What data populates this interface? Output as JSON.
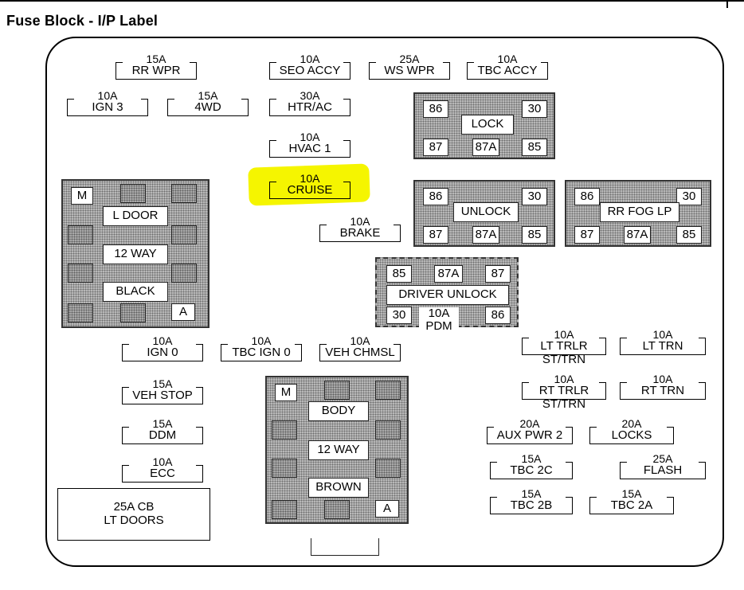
{
  "title": "Fuse Block - I/P Label",
  "fuses": {
    "rr_wpr": {
      "amp": "15A",
      "name": "RR WPR"
    },
    "seo_accy": {
      "amp": "10A",
      "name": "SEO ACCY"
    },
    "ws_wpr": {
      "amp": "25A",
      "name": "WS WPR"
    },
    "tbc_accy": {
      "amp": "10A",
      "name": "TBC ACCY"
    },
    "ign3": {
      "amp": "10A",
      "name": "IGN 3"
    },
    "fwd4": {
      "amp": "15A",
      "name": "4WD"
    },
    "htr_ac": {
      "amp": "30A",
      "name": "HTR/AC"
    },
    "hvac1": {
      "amp": "10A",
      "name": "HVAC 1"
    },
    "cruise": {
      "amp": "10A",
      "name": "CRUISE"
    },
    "brake": {
      "amp": "10A",
      "name": "BRAKE"
    },
    "ign0": {
      "amp": "10A",
      "name": "IGN 0"
    },
    "tbc_ign0": {
      "amp": "10A",
      "name": "TBC IGN 0"
    },
    "veh_chmsl": {
      "amp": "10A",
      "name": "VEH CHMSL"
    },
    "veh_stop": {
      "amp": "15A",
      "name": "VEH STOP"
    },
    "ddm": {
      "amp": "15A",
      "name": "DDM"
    },
    "ecc": {
      "amp": "10A",
      "name": "ECC"
    },
    "lt_trlr": {
      "amp": "10A",
      "name": "LT TRLR",
      "name2": "ST/TRN"
    },
    "lt_trn": {
      "amp": "10A",
      "name": "LT TRN"
    },
    "rt_trlr": {
      "amp": "10A",
      "name": "RT TRLR",
      "name2": "ST/TRN"
    },
    "rt_trn": {
      "amp": "10A",
      "name": "RT TRN"
    },
    "aux_pwr2": {
      "amp": "20A",
      "name": "AUX PWR 2"
    },
    "locks": {
      "amp": "20A",
      "name": "LOCKS"
    },
    "tbc2c": {
      "amp": "15A",
      "name": "TBC 2C"
    },
    "flash": {
      "amp": "25A",
      "name": "FLASH"
    },
    "tbc2b": {
      "amp": "15A",
      "name": "TBC 2B"
    },
    "tbc2a": {
      "amp": "15A",
      "name": "TBC 2A"
    }
  },
  "relays": {
    "lock": {
      "label": "LOCK",
      "p86": "86",
      "p30": "30",
      "p87": "87",
      "p87a": "87A",
      "p85": "85"
    },
    "unlock": {
      "label": "UNLOCK",
      "p86": "86",
      "p30": "30",
      "p87": "87",
      "p87a": "87A",
      "p85": "85"
    },
    "rr_fog": {
      "label": "RR FOG LP",
      "p86": "86",
      "p30": "30",
      "p87": "87",
      "p87a": "87A",
      "p85": "85"
    },
    "driver_unlock": {
      "label": "DRIVER UNLOCK",
      "p85": "85",
      "p87a": "87A",
      "p87": "87",
      "p30": "30",
      "p86": "86"
    }
  },
  "pdm": {
    "amp": "10A",
    "name": "PDM"
  },
  "connectors": {
    "black": {
      "m": "M",
      "a": "A",
      "l1": "L DOOR",
      "l2": "12 WAY",
      "l3": "BLACK"
    },
    "brown": {
      "m": "M",
      "a": "A",
      "l1": "BODY",
      "l2": "12 WAY",
      "l3": "BROWN"
    }
  },
  "circuit_breaker": {
    "line1": "25A CB",
    "line2": "LT DOORS"
  },
  "colors": {
    "highlight": "#f5f500"
  }
}
